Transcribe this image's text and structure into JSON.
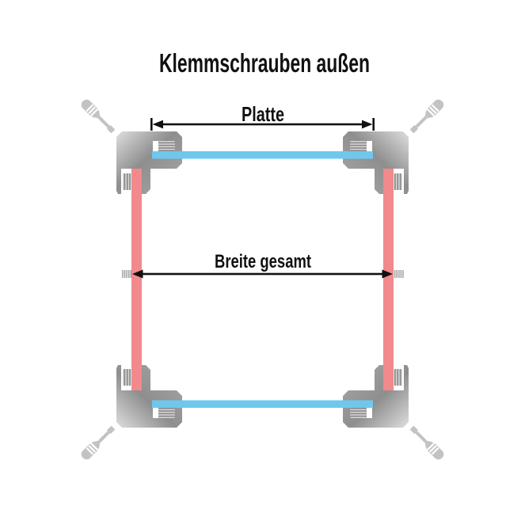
{
  "title": "Klemmschrauben außen",
  "dimension_labels": {
    "top": "Platte",
    "middle": "Breite gesamt"
  },
  "colors": {
    "plate_blue": "#6fc7ee",
    "panel_pink": "#f2898c",
    "metal_light": "#dedede",
    "metal_dark": "#8e8e8e",
    "metal_mid": "#b9b9b9",
    "screw_base": "#d6d6d6",
    "screw_stripe": "#8a8a8a",
    "thread_stub_stripe": "#9e9e9e",
    "tool_gray": "#c3c3c3",
    "arrow_black": "#111111"
  },
  "icons": {
    "screwdriver": "screwdriver-icon",
    "corner_clamp": "corner-clamp",
    "clamp_screw": "clamp-screw-coil",
    "outer_thread": "outer-screw-thread"
  }
}
